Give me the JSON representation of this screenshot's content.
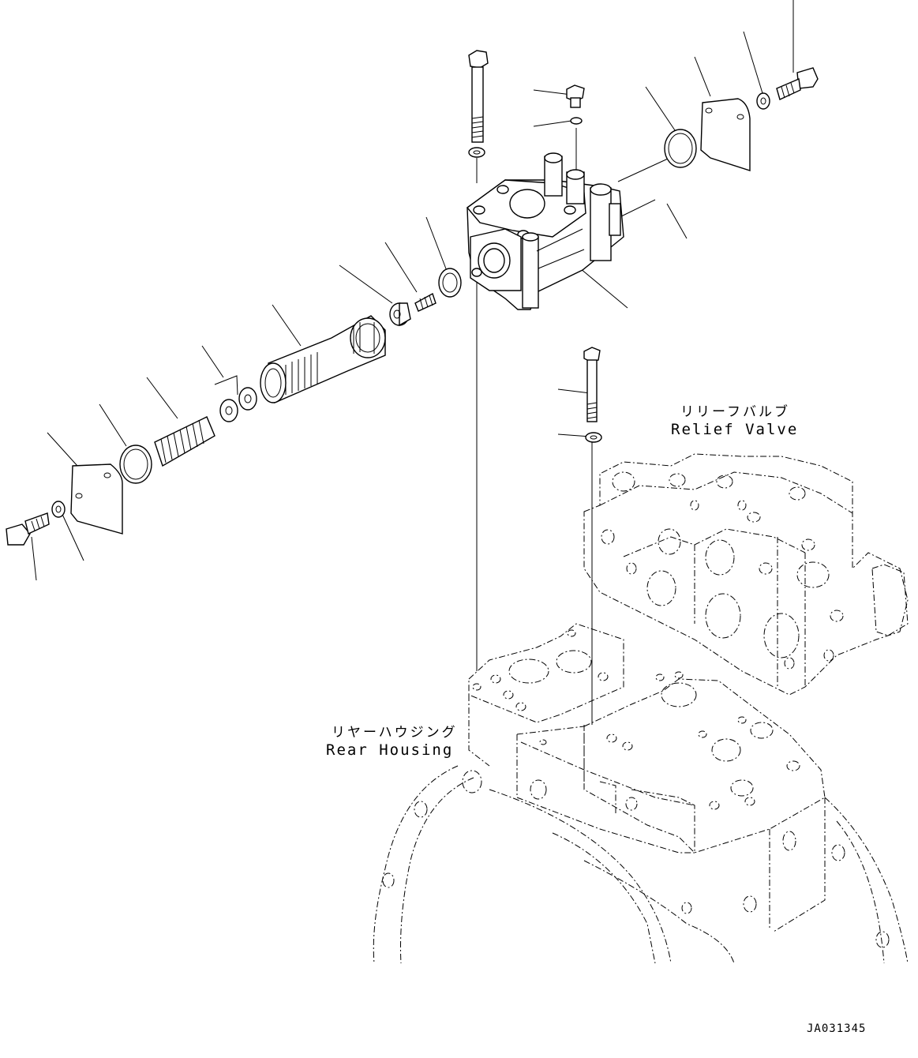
{
  "labels": {
    "relief_valve_jp": "リリーフバルブ",
    "relief_valve_en": "Relief Valve",
    "rear_housing_jp": "リヤーハウジング",
    "rear_housing_en": "Rear Housing"
  },
  "drawing_code": "JA031345"
}
